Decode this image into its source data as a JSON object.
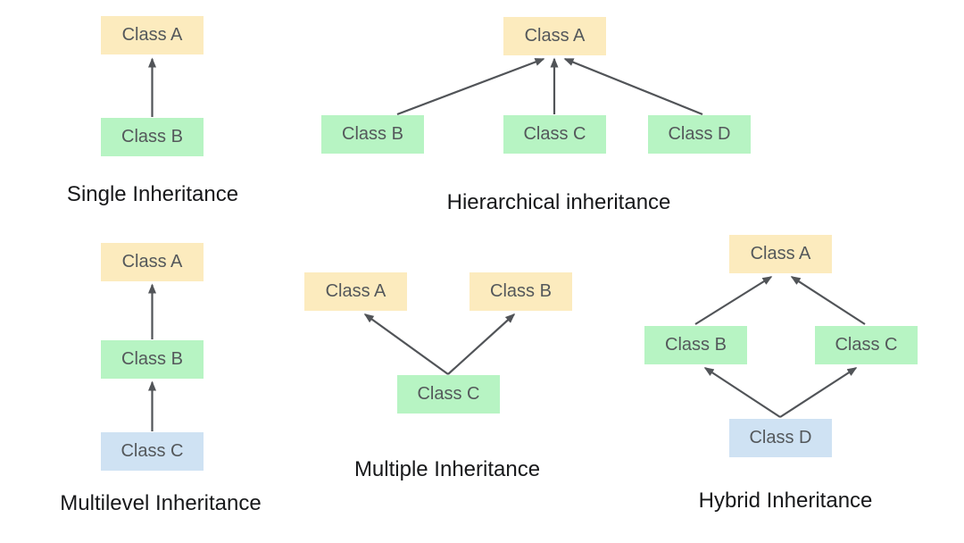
{
  "colors": {
    "background": "#ffffff",
    "node-yellow": "#fcebbe",
    "node-green": "#b7f4c3",
    "node-blue": "#cfe2f3",
    "node-text": "#54585b",
    "caption-text": "#17181a",
    "edge": "#515458"
  },
  "diagrams": {
    "single": {
      "caption": "Single Inheritance",
      "nodes": [
        {
          "label": "Class A",
          "color": "yellow"
        },
        {
          "label": "Class B",
          "color": "green"
        }
      ],
      "edges": [
        {
          "from": "Class B",
          "to": "Class A"
        }
      ]
    },
    "hierarchical": {
      "caption": "Hierarchical inheritance",
      "nodes": [
        {
          "label": "Class A",
          "color": "yellow"
        },
        {
          "label": "Class B",
          "color": "green"
        },
        {
          "label": "Class C",
          "color": "green"
        },
        {
          "label": "Class D",
          "color": "green"
        }
      ],
      "edges": [
        {
          "from": "Class B",
          "to": "Class A"
        },
        {
          "from": "Class C",
          "to": "Class A"
        },
        {
          "from": "Class D",
          "to": "Class A"
        }
      ]
    },
    "multilevel": {
      "caption": "Multilevel Inheritance",
      "nodes": [
        {
          "label": "Class A",
          "color": "yellow"
        },
        {
          "label": "Class B",
          "color": "green"
        },
        {
          "label": "Class C",
          "color": "blue"
        }
      ],
      "edges": [
        {
          "from": "Class B",
          "to": "Class A"
        },
        {
          "from": "Class C",
          "to": "Class B"
        }
      ]
    },
    "multiple": {
      "caption": "Multiple Inheritance",
      "nodes": [
        {
          "label": "Class A",
          "color": "yellow"
        },
        {
          "label": "Class B",
          "color": "yellow"
        },
        {
          "label": "Class C",
          "color": "green"
        }
      ],
      "edges": [
        {
          "from": "Class C",
          "to": "Class A"
        },
        {
          "from": "Class C",
          "to": "Class B"
        }
      ]
    },
    "hybrid": {
      "caption": "Hybrid Inheritance",
      "nodes": [
        {
          "label": "Class A",
          "color": "yellow"
        },
        {
          "label": "Class B",
          "color": "green"
        },
        {
          "label": "Class C",
          "color": "green"
        },
        {
          "label": "Class D",
          "color": "blue"
        }
      ],
      "edges": [
        {
          "from": "Class B",
          "to": "Class A"
        },
        {
          "from": "Class C",
          "to": "Class A"
        },
        {
          "from": "Class D",
          "to": "Class B"
        },
        {
          "from": "Class D",
          "to": "Class C"
        }
      ]
    }
  }
}
